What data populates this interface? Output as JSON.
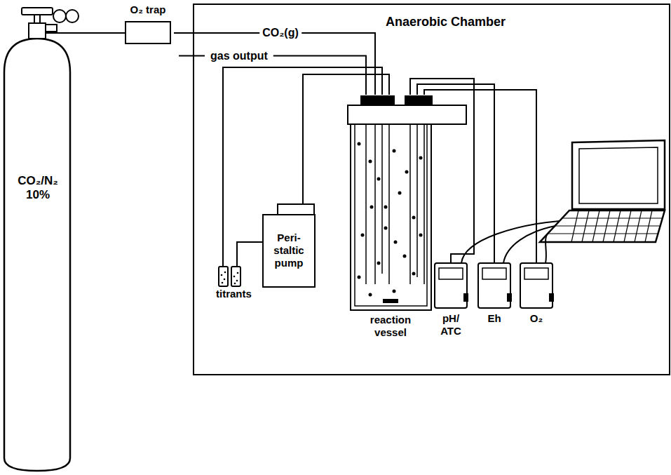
{
  "diagram": {
    "nodes": [
      {
        "text": [
          "CO₂/N₂ 10%"
        ]
      },
      {
        "text": [
          "O₂ trap"
        ]
      },
      {
        "text": [
          "Anaerobic Chamber"
        ]
      },
      {
        "text": [
          "titrants"
        ],
        "in": 2
      },
      {
        "text": [
          "Peri- staltic pump"
        ],
        "in": 2
      },
      {
        "text": [
          "reaction vessel"
        ],
        "in": 2
      },
      {
        "text": [
          "pH/ ATC"
        ],
        "in": 2
      },
      {
        "text": [
          "Eh"
        ],
        "in": 2
      },
      {
        "text": [
          "O₂"
        ],
        "in": 2
      }
    ],
    "edges": [
      {
        "from": 0,
        "to": 1,
        "arrow": "none"
      },
      {
        "from": 1,
        "to": 5,
        "label": "CO₂(g)",
        "arrow": "none"
      },
      {
        "from": 3,
        "to": 4,
        "arrow": "none"
      },
      {
        "from": 3,
        "to": 5,
        "arrow": "none"
      },
      {
        "from": 4,
        "to": 5,
        "arrow": "none"
      },
      {
        "from": 5,
        "to": 6,
        "arrow": "none"
      },
      {
        "from": 5,
        "to": 7,
        "arrow": "none"
      },
      {
        "from": 5,
        "to": 8,
        "arrow": "none"
      }
    ],
    "labels": [
      "gas output"
    ]
  }
}
